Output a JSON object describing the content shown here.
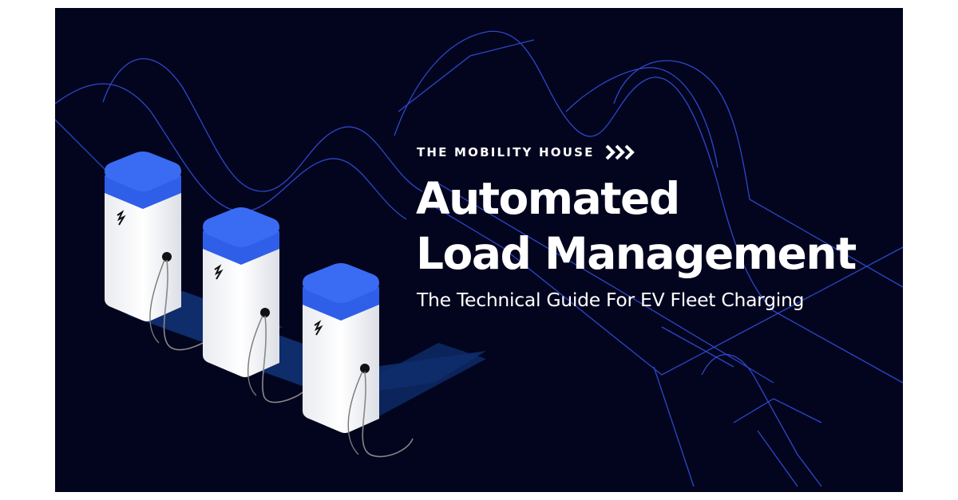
{
  "brand": {
    "name": "THE MOBILITY HOUSE",
    "accent_color": "#3b6ef5",
    "logo_icon": "triple-chevron-right-icon"
  },
  "headline": {
    "line1": "Automated",
    "line2": "Load Management"
  },
  "subtitle": "The Technical Guide For EV Fleet Charging",
  "colors": {
    "background": "#03051e",
    "line_art": "#2d47c9",
    "charger_top": "#3a6cf3",
    "charger_body": "#f2f3f6",
    "shadow": "#0f2c6b"
  },
  "illustration": {
    "charger_count": 3,
    "charger_icon": "lightning-bolt-icon"
  }
}
